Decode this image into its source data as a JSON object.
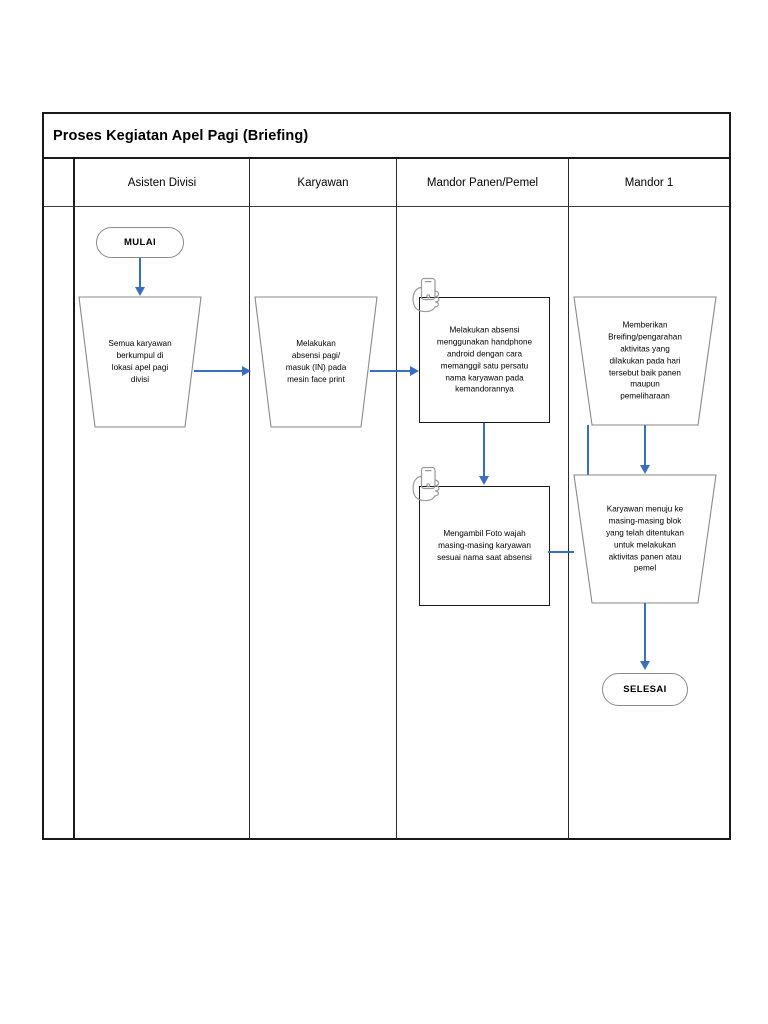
{
  "diagram": {
    "title": "Proses Kegiatan Apel Pagi (Briefing)",
    "type": "swimlane-flowchart",
    "accent_color": "#3a6fbf",
    "border_color": "#1a1a1a",
    "shape_outline_color": "#8a8a8a",
    "lanes": [
      {
        "id": "lane-asisten-divisi",
        "label": "Asisten Divisi"
      },
      {
        "id": "lane-karyawan",
        "label": "Karyawan"
      },
      {
        "id": "lane-mandor-panen-pemel",
        "label": "Mandor Panen/Pemel"
      },
      {
        "id": "lane-mandor-1",
        "label": "Mandor 1"
      }
    ],
    "nodes": [
      {
        "id": "node-mulai",
        "lane": "lane-asisten-divisi",
        "shape": "terminator",
        "text": "MULAI"
      },
      {
        "id": "node-semua-karyawan-berkumpul",
        "lane": "lane-asisten-divisi",
        "shape": "trapezoid",
        "text": "Semua karyawan\nberkumpul di\nlokasi apel pagi\ndivisi"
      },
      {
        "id": "node-absensi-face-print",
        "lane": "lane-karyawan",
        "shape": "trapezoid",
        "text": "Melakukan\nabsensi pagi/\nmasuk (IN) pada\nmesin face print"
      },
      {
        "id": "node-absensi-handphone",
        "lane": "lane-mandor-panen-pemel",
        "shape": "rectangle",
        "icon": "hand-phone-icon",
        "text": "Melakukan absensi\nmenggunakan handphone\nandroid dengan cara\nmemanggil satu persatu\nnama karyawan pada\nkemandorannya"
      },
      {
        "id": "node-foto-wajah",
        "lane": "lane-mandor-panen-pemel",
        "shape": "rectangle",
        "icon": "hand-phone-icon",
        "text": "Mengambil Foto wajah\nmasing-masing karyawan\nsesuai nama saat absensi"
      },
      {
        "id": "node-memberikan-briefing",
        "lane": "lane-mandor-1",
        "shape": "trapezoid",
        "text": "Memberikan\nBreifing/pengarahan\naktivitas yang\ndilakukan pada hari\ntersebut baik panen\nmaupun\npemeliharaan"
      },
      {
        "id": "node-karyawan-menuju-blok",
        "lane": "lane-mandor-1",
        "shape": "trapezoid",
        "text": "Karyawan menuju ke\nmasing-masing blok\nyang telah ditentukan\nuntuk melakukan\naktivitas panen atau\npemel"
      },
      {
        "id": "node-selesai",
        "lane": "lane-mandor-1",
        "shape": "terminator",
        "text": "SELESAI"
      }
    ],
    "edges": [
      {
        "from": "node-mulai",
        "to": "node-semua-karyawan-berkumpul",
        "direction": "down"
      },
      {
        "from": "node-semua-karyawan-berkumpul",
        "to": "node-absensi-face-print",
        "direction": "right"
      },
      {
        "from": "node-absensi-face-print",
        "to": "node-absensi-handphone",
        "direction": "right"
      },
      {
        "from": "node-absensi-handphone",
        "to": "node-foto-wajah",
        "direction": "down"
      },
      {
        "from": "node-foto-wajah",
        "to": "node-memberikan-briefing",
        "direction": "right-up-right"
      },
      {
        "from": "node-memberikan-briefing",
        "to": "node-karyawan-menuju-blok",
        "direction": "down"
      },
      {
        "from": "node-karyawan-menuju-blok",
        "to": "node-selesai",
        "direction": "down"
      }
    ]
  }
}
